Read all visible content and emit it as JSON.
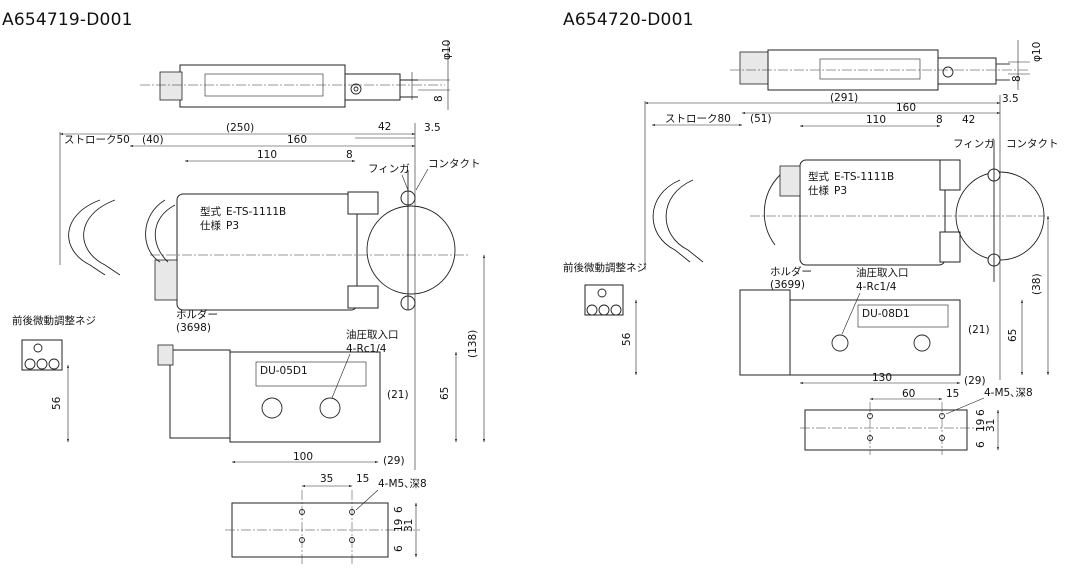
{
  "left": {
    "part_number": "A654719-D001",
    "dims": {
      "d250": "(250)",
      "d160": "160",
      "d3_5": "3.5",
      "stroke": "ストローク50",
      "d40": "(40)",
      "d110": "110",
      "d8": "8",
      "d42": "42",
      "phi10": "φ10",
      "d8_top": "8",
      "d138": "(138)",
      "d65": "65",
      "d56": "56",
      "d21": "(21)",
      "d100": "100",
      "d29": "(29)",
      "d35": "35",
      "d15": "15",
      "d19": "19",
      "d6a": "6",
      "d6b": "6",
      "d31": "31"
    },
    "labels": {
      "finger": "フィンガ",
      "contact": "コンタクト",
      "model_key": "型式",
      "model_val": "E-TS-1111B",
      "spec_key": "仕様",
      "spec_val": "P3",
      "adjust_screw": "前後微動調整ネジ",
      "holder": "ホルダー",
      "holder_no": "(3698)",
      "oil_port": "油圧取入口",
      "oil_port_spec": "4-Rc1/4",
      "unit": "DU-05D1",
      "tapped": "4-M5､深8"
    }
  },
  "right": {
    "part_number": "A654720-D001",
    "dims": {
      "d291": "(291)",
      "d160": "160",
      "d3_5": "3.5",
      "stroke": "ストローク80",
      "d51": "(51)",
      "d110": "110",
      "d8": "8",
      "d42": "42",
      "phi10": "φ10",
      "d8_top": "8",
      "d38": "(38)",
      "d65": "65",
      "d56": "56",
      "d21": "(21)",
      "d130": "130",
      "d29": "(29)",
      "d60": "60",
      "d15": "15",
      "d19": "19",
      "d6a": "6",
      "d6b": "6",
      "d31": "31"
    },
    "labels": {
      "finger": "フィンガ",
      "contact": "コンタクト",
      "model_key": "型式",
      "model_val": "E-TS-1111B",
      "spec_key": "仕様",
      "spec_val": "P3",
      "adjust_screw": "前後微動調整ネジ",
      "holder": "ホルダー",
      "holder_no": "(3699)",
      "oil_port": "油圧取入口",
      "oil_port_spec": "4-Rc1/4",
      "unit": "DU-08D1",
      "tapped": "4-M5､深8"
    }
  }
}
